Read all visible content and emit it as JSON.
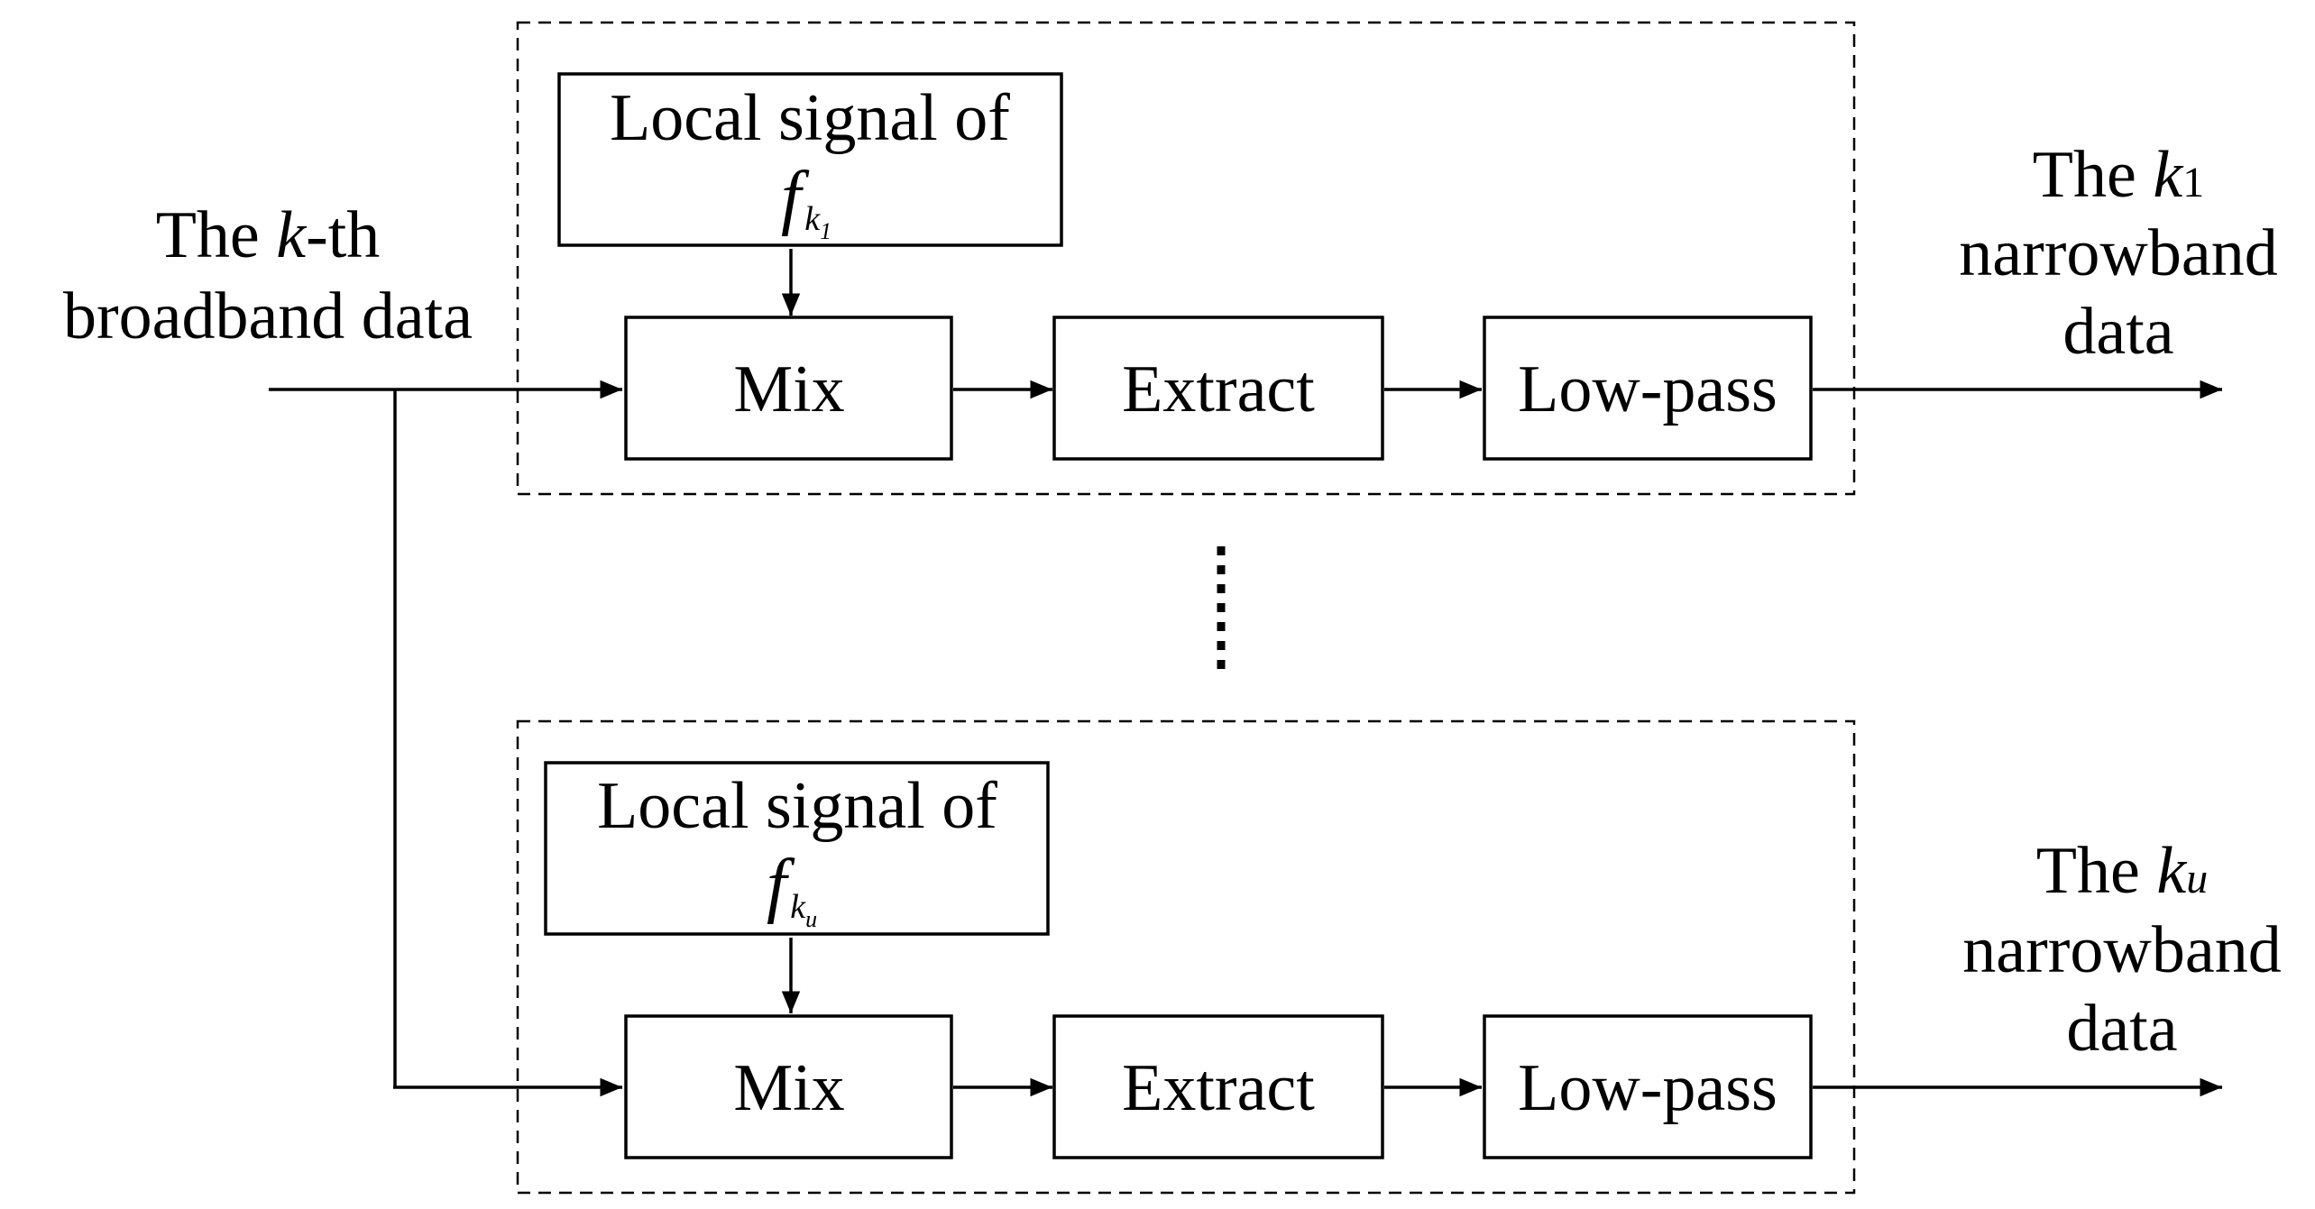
{
  "input": {
    "line1_pre": "The ",
    "line1_var": "k",
    "line1_post": "-th",
    "line2": "broadband data"
  },
  "branches": [
    {
      "local_signal_label": "Local signal of",
      "freq_symbol": "f",
      "freq_sub": "k",
      "freq_subsub": "1",
      "mix_label": "Mix",
      "extract_label": "Extract",
      "lowpass_label": "Low-pass",
      "output_line1_pre": "The ",
      "output_var": "k",
      "output_sub": "1",
      "output_line2": "narrowband",
      "output_line3": "data"
    },
    {
      "local_signal_label": "Local signal of",
      "freq_symbol": "f",
      "freq_sub": "k",
      "freq_subsub": "u",
      "mix_label": "Mix",
      "extract_label": "Extract",
      "lowpass_label": "Low-pass",
      "output_line1_pre": "The ",
      "output_var": "k",
      "output_sub": "u",
      "output_line2": "narrowband",
      "output_line3": "data"
    }
  ]
}
